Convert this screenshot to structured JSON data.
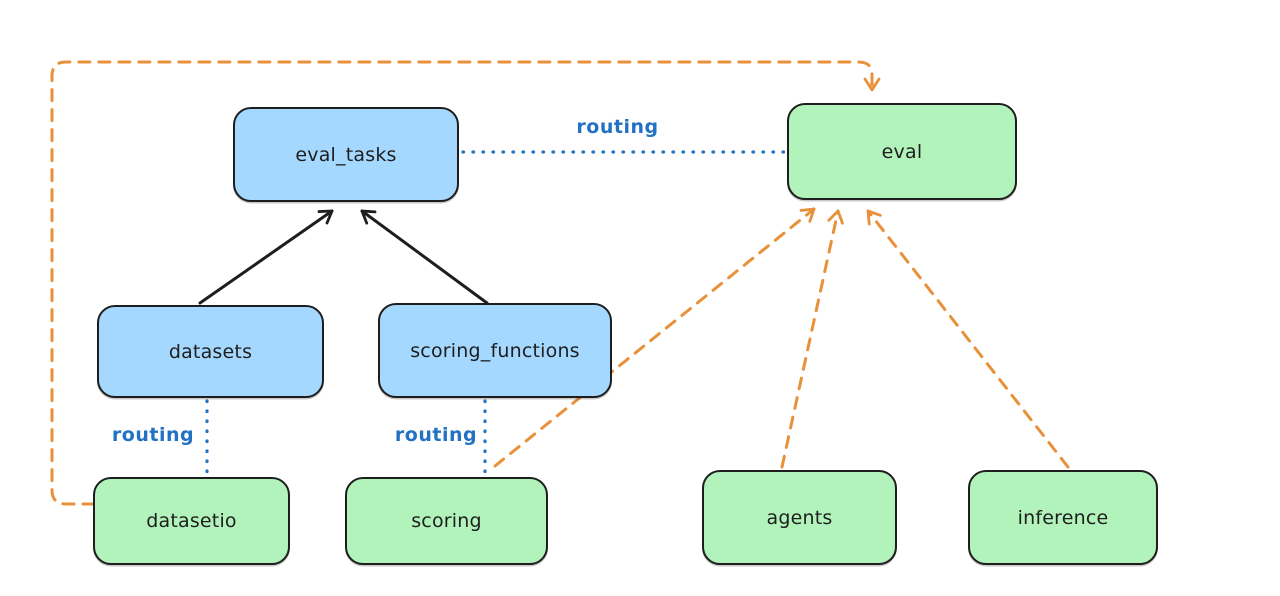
{
  "diagram": {
    "nodes": [
      {
        "id": "eval_tasks",
        "label": "eval_tasks",
        "fill": "blue"
      },
      {
        "id": "eval",
        "label": "eval",
        "fill": "green"
      },
      {
        "id": "datasets",
        "label": "datasets",
        "fill": "blue"
      },
      {
        "id": "scoring_functions",
        "label": "scoring_functions",
        "fill": "blue"
      },
      {
        "id": "datasetio",
        "label": "datasetio",
        "fill": "green"
      },
      {
        "id": "scoring",
        "label": "scoring",
        "fill": "green"
      },
      {
        "id": "agents",
        "label": "agents",
        "fill": "green"
      },
      {
        "id": "inference",
        "label": "inference",
        "fill": "green"
      }
    ],
    "edges": [
      {
        "from": "datasets",
        "to": "eval_tasks",
        "style": "solid-arrow",
        "color": "black"
      },
      {
        "from": "scoring_functions",
        "to": "eval_tasks",
        "style": "solid-arrow",
        "color": "black"
      },
      {
        "from": "eval_tasks",
        "to": "eval",
        "style": "dotted",
        "color": "blue",
        "label": "routing"
      },
      {
        "from": "datasets",
        "to": "datasetio",
        "style": "dotted",
        "color": "blue",
        "label": "routing"
      },
      {
        "from": "scoring_functions",
        "to": "scoring",
        "style": "dotted",
        "color": "blue",
        "label": "routing"
      },
      {
        "from": "datasetio",
        "to": "eval",
        "style": "dashed-arrow",
        "color": "orange"
      },
      {
        "from": "scoring",
        "to": "eval",
        "style": "dashed-arrow",
        "color": "orange"
      },
      {
        "from": "agents",
        "to": "eval",
        "style": "dashed-arrow",
        "color": "orange"
      },
      {
        "from": "inference",
        "to": "eval",
        "style": "dashed-arrow",
        "color": "orange"
      }
    ],
    "colors": {
      "blue_node_fill": "#a5d8ff",
      "green_node_fill": "#b2f2bb",
      "node_stroke": "#1e1e1e",
      "orange_connector": "#e8913a",
      "blue_connector": "#2271c3",
      "background": "#ffffff"
    }
  }
}
